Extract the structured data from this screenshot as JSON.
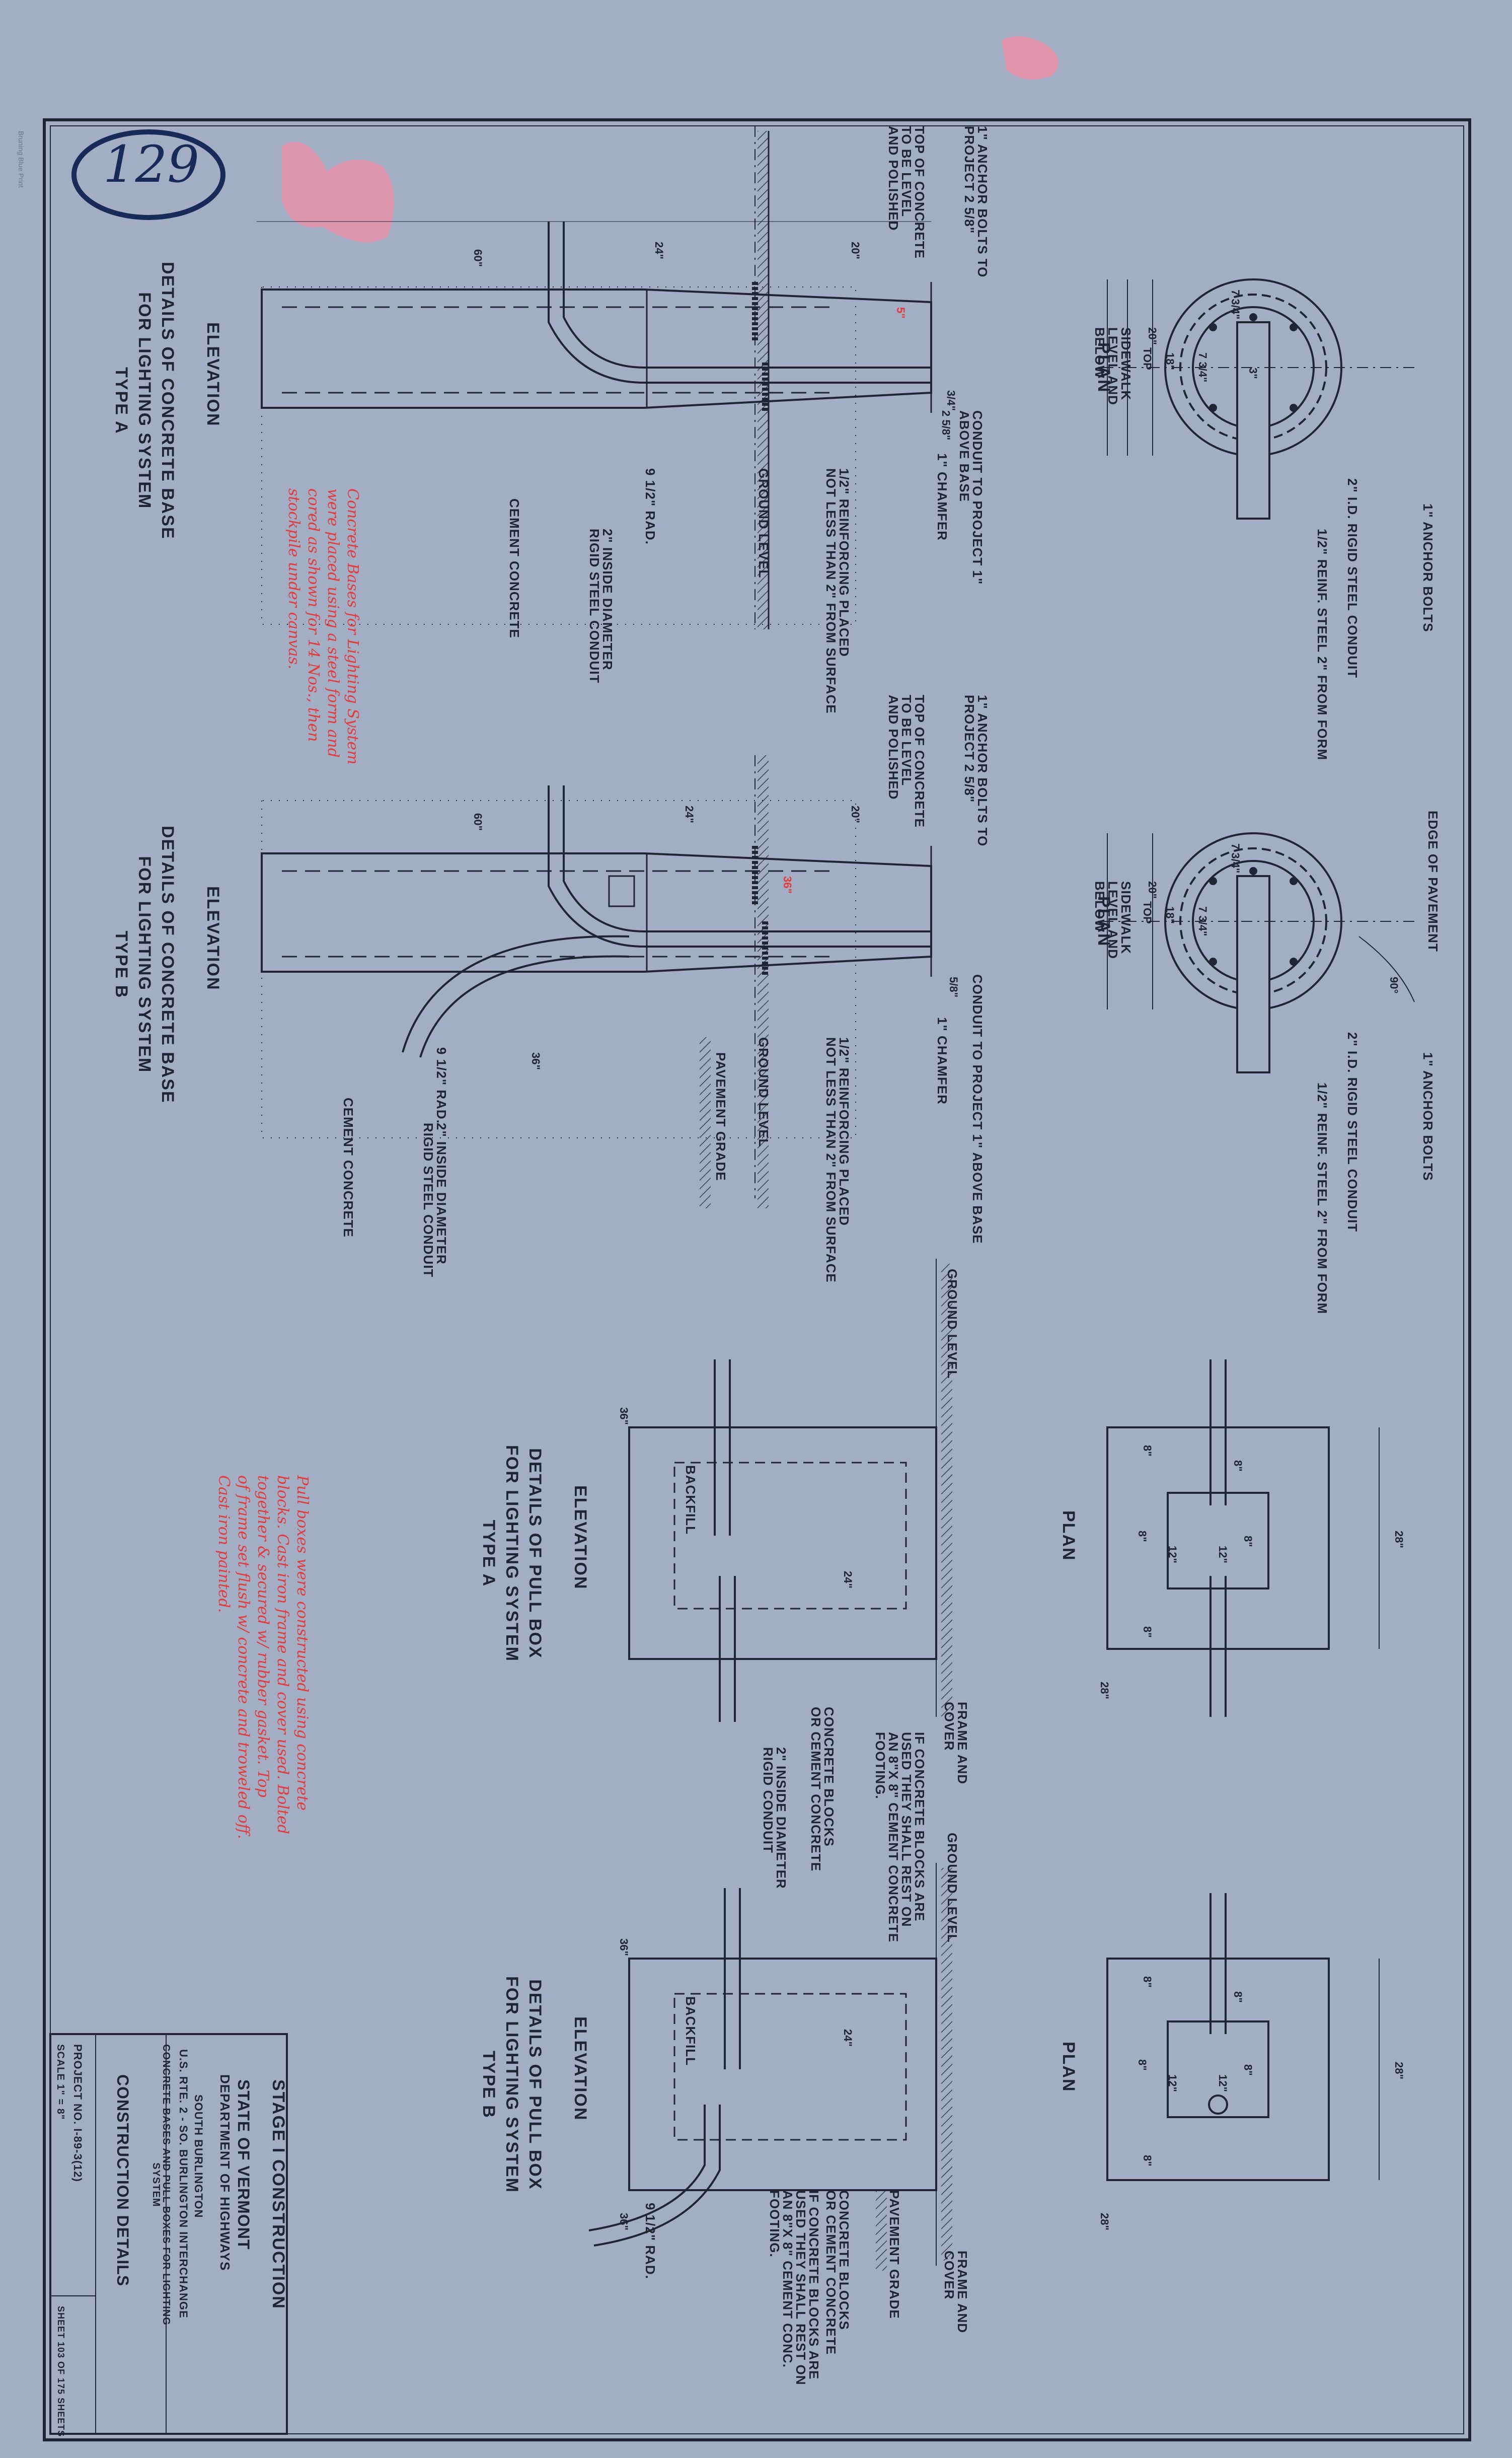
{
  "sheet": {
    "stamp_number": "129",
    "edge_print": "Bruning Blue Print"
  },
  "base_a": {
    "plan": {
      "title": "PLAN",
      "labels": {
        "anchor_bolts": "1\" ANCHOR BOLTS",
        "rigid_conduit": "2\" I.D. RIGID STEEL CONDUIT",
        "reinf_steel": "1/2\" REINF. STEEL 2\" FROM FORM",
        "sidewalk": "SIDEWALK LEVEL AND BELOW",
        "top": "TOP"
      },
      "dims": {
        "a": "7 3/4\"",
        "b": "7 3/4\"",
        "c": "18\"",
        "d": "20\"",
        "e": "3\""
      }
    },
    "elevation": {
      "title": "ELEVATION",
      "caption": "DETAILS OF CONCRETE BASE\nFOR LIGHTING SYSTEM\nTYPE A",
      "labels": {
        "top_concrete": "TOP OF CONCRETE\nTO BE LEVEL\nAND POLISHED",
        "anchor_proj": "1\" ANCHOR BOLTS TO\nPROJECT 2 5/8\"",
        "conduit_proj": "CONDUIT TO PROJECT 1\"\nABOVE BASE",
        "chamfer": "1\" CHAMFER",
        "reinforcing": "1/2\" REINFORCING PLACED\nNOT LESS THAN 2\" FROM SURFACE",
        "ground": "GROUND LEVEL",
        "conduit_dia": "2\" INSIDE DIAMETER\nRIGID STEEL CONDUIT",
        "radius": "9 1/2\" RAD.",
        "cement": "CEMENT CONCRETE"
      },
      "dims": {
        "height": "60\"",
        "depth": "24\"",
        "taper": "20\"",
        "top": "5\"",
        "bolt": "3/4\"",
        "side": "2 5/8\""
      },
      "red_note": "Concrete Bases for Lighting System\nwere placed using a steel form and\ncored as shown for 14 Nos., then\nstockpile under canvas."
    }
  },
  "base_b": {
    "plan": {
      "title": "PLAN",
      "labels": {
        "edge": "EDGE OF PAVEMENT",
        "anchor_bolts": "1\" ANCHOR BOLTS",
        "rigid_conduit": "2\" I.D. RIGID STEEL CONDUIT",
        "reinf_steel": "1/2\" REINF. STEEL 2\" FROM FORM",
        "sidewalk": "SIDEWALK LEVEL AND BELOW",
        "top": "TOP",
        "angle": "90°"
      },
      "dims": {
        "a": "7 3/4\"",
        "b": "7 3/4\"",
        "c": "18\"",
        "d": "20\""
      }
    },
    "elevation": {
      "title": "ELEVATION",
      "caption": "DETAILS OF CONCRETE BASE\nFOR LIGHTING SYSTEM\nTYPE B",
      "labels": {
        "top_concrete": "TOP OF CONCRETE\nTO BE LEVEL\nAND POLISHED",
        "anchor_proj": "1\" ANCHOR BOLTS TO\nPROJECT 2 5/8\"",
        "conduit_proj": "CONDUIT TO PROJECT 1\" ABOVE BASE",
        "chamfer": "1\" CHAMFER",
        "reinforcing": "1/2\" REINFORCING PLACED\nNOT LESS THAN 2\" FROM SURFACE",
        "ground": "GROUND LEVEL",
        "pavement": "PAVEMENT GRADE",
        "conduit_dia": "2\" INSIDE DIAMETER\nRIGID STEEL CONDUIT",
        "radius": "9 1/2\" RAD.",
        "cement": "CEMENT CONCRETE"
      },
      "dims": {
        "height": "60\"",
        "depth": "24\"",
        "taper": "20\"",
        "side": "36\"",
        "bolt": "5/8\"",
        "red": "36\""
      }
    }
  },
  "box_a": {
    "plan": {
      "title": "PLAN",
      "dims": {
        "w": "28\"",
        "h": "28\"",
        "a": "8\"",
        "b": "12\"",
        "c": "8\"",
        "d": "8\"",
        "e": "8\"",
        "f": "12\"",
        "g": "8\""
      }
    },
    "elevation": {
      "title": "ELEVATION",
      "caption": "DETAILS OF PULL BOX\nFOR LIGHTING SYSTEM\nTYPE A",
      "labels": {
        "ground": "GROUND LEVEL",
        "frame": "FRAME AND\nCOVER",
        "backfill": "BACKFILL",
        "blocks": "CONCRETE BLOCKS\nOR CEMENT CONCRETE",
        "blocks_note": "IF CONCRETE BLOCKS ARE\nUSED THEY SHALL REST ON\nAN 8\"X 8\" CEMENT CONCRETE\nFOOTING.",
        "conduit": "2\" INSIDE DIAMETER\nRIGID CONDUIT"
      },
      "dims": {
        "depth": "36\"",
        "inner": "24\""
      }
    },
    "red_note": "Pull boxes were constructed using concrete\nblocks. Cast iron frame and cover used. Bolted\ntogether & secured w/ rubber gasket. Top\nof frame set flush w/ concrete and troweled off.\nCast iron painted."
  },
  "box_b": {
    "plan": {
      "title": "PLAN",
      "dims": {
        "w": "28\"",
        "h": "28\"",
        "a": "8\"",
        "b": "12\"",
        "c": "8\"",
        "d": "8\"",
        "e": "8\"",
        "f": "12\"",
        "g": "8\""
      }
    },
    "elevation": {
      "title": "ELEVATION",
      "caption": "DETAILS OF PULL BOX\nFOR LIGHTING SYSTEM\nTYPE B",
      "labels": {
        "ground": "GROUND LEVEL",
        "frame": "FRAME AND\nCOVER",
        "backfill": "BACKFILL",
        "pavement": "PAVEMENT GRADE",
        "blocks": "CONCRETE BLOCKS\nOR CEMENT CONCRETE",
        "blocks_note": "IF CONCRETE BLOCKS ARE\nUSED THEY SHALL REST ON\nAN 8\"X 8\" CEMENT CONC.\nFOOTING.",
        "radius": "9 1/2\" RAD."
      },
      "dims": {
        "depth": "36\"",
        "inner": "24\"",
        "bottom": "36\""
      }
    }
  },
  "title_block": {
    "stage": "STAGE I CONSTRUCTION",
    "state": "STATE OF VERMONT",
    "dept": "DEPARTMENT OF HIGHWAYS",
    "location": "SOUTH BURLINGTON",
    "route": "U.S. RTE. 2 - SO. BURLINGTON INTERCHANGE",
    "subject": "CONCRETE BASES AND PULL BOXES FOR LIGHTING\nSYSTEM",
    "construction": "CONSTRUCTION DETAILS",
    "project": "PROJECT NO. I-89-3(12)",
    "scale": "SCALE 1\" = 8\"",
    "sheet": "SHEET 103 OF 175 SHEETS"
  },
  "colors": {
    "paper": "#a3aec4",
    "ink": "#1f2535",
    "red": "#e23b3b",
    "pink": "#ef8fa8"
  }
}
